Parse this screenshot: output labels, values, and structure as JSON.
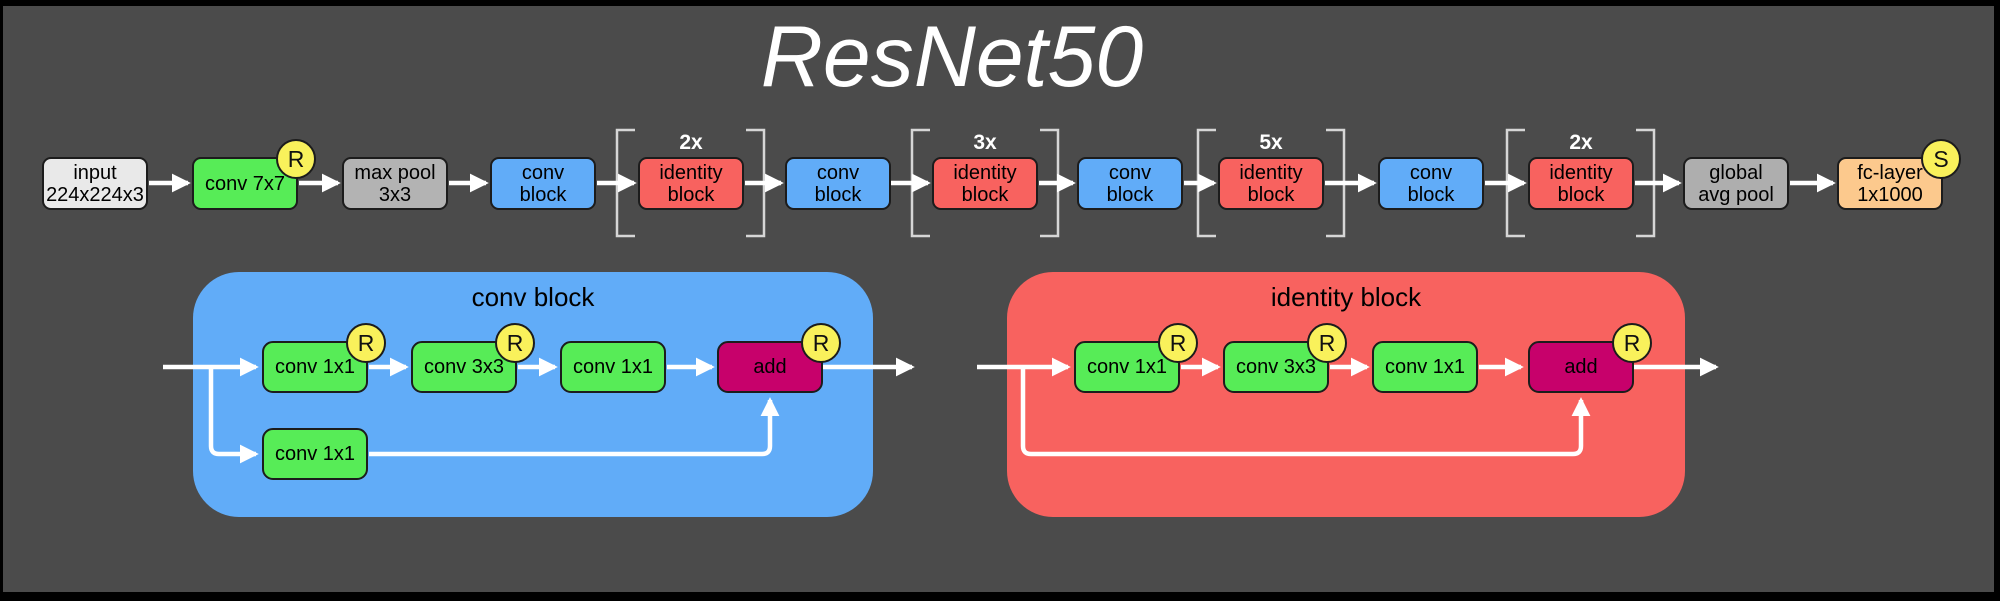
{
  "title": "ResNet50",
  "badges": {
    "relu": "R",
    "softmax": "S"
  },
  "pipeline": {
    "nodes": [
      {
        "line1": "input",
        "line2": "224x224x3"
      },
      {
        "line1": "conv 7x7",
        "line2": ""
      },
      {
        "line1": "max pool",
        "line2": "3x3"
      },
      {
        "line1": "conv",
        "line2": "block"
      },
      {
        "line1": "identity",
        "line2": "block"
      },
      {
        "line1": "conv",
        "line2": "block"
      },
      {
        "line1": "identity",
        "line2": "block"
      },
      {
        "line1": "conv",
        "line2": "block"
      },
      {
        "line1": "identity",
        "line2": "block"
      },
      {
        "line1": "conv",
        "line2": "block"
      },
      {
        "line1": "identity",
        "line2": "block"
      },
      {
        "line1": "global",
        "line2": "avg pool"
      },
      {
        "line1": "fc-layer",
        "line2": "1x1000"
      }
    ],
    "multipliers": [
      "2x",
      "3x",
      "5x",
      "2x"
    ]
  },
  "conv_block_detail": {
    "title": "conv block",
    "main_path": [
      "conv 1x1",
      "conv 3x3",
      "conv 1x1",
      "add"
    ],
    "shortcut": "conv 1x1"
  },
  "identity_block_detail": {
    "title": "identity block",
    "main_path": [
      "conv 1x1",
      "conv 3x3",
      "conv 1x1",
      "add"
    ]
  },
  "colors": {
    "background": "#4b4b4b",
    "conv_green": "#57ec57",
    "block_blue": "#61acf8",
    "identity_red": "#f8625f",
    "add_magenta": "#c7016b",
    "badge_yellow": "#f9f15b",
    "pool_gray": "#b3b3b3",
    "input_gray": "#e9e9e9",
    "fc_peach": "#fcc98d",
    "bracket_gray": "#d6d6d6",
    "arrow_white": "#ffffff"
  }
}
